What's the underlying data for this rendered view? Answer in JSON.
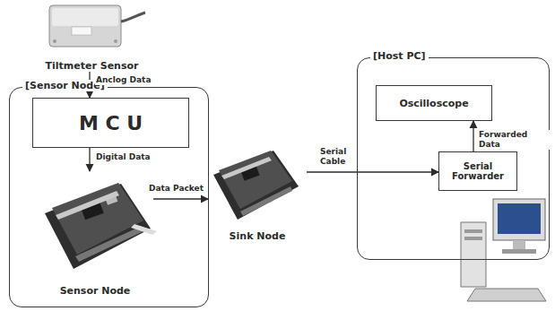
{
  "diagram": {
    "nodes": [
      {
        "text": [
          "Tiltmeter Sensor"
        ]
      },
      {
        "text": [
          "[Sensor Node]"
        ]
      },
      {
        "text": [
          "M C U"
        ],
        "in": 1
      },
      {
        "text": [
          "Sensor Node"
        ],
        "in": 1
      },
      {
        "text": [
          "Sink Node"
        ]
      },
      {
        "text": [
          "[Host PC]"
        ]
      },
      {
        "text": [
          "Oscilloscope"
        ],
        "in": 5
      },
      {
        "text": [
          "Serial Forwarder"
        ],
        "in": 5
      }
    ],
    "edges": [
      {
        "from": 0,
        "to": 2,
        "label": "Anclog Data",
        "arrow": "to"
      },
      {
        "from": 2,
        "to": 3,
        "label": "Digital Data",
        "arrow": "to"
      },
      {
        "from": 3,
        "to": 4,
        "label": "Data Packet",
        "arrow": "to"
      },
      {
        "from": 4,
        "to": 7,
        "label": "Serial Cable",
        "arrow": "to"
      },
      {
        "from": 7,
        "to": 6,
        "label": "Forwarded Data",
        "arrow": "to"
      }
    ]
  }
}
